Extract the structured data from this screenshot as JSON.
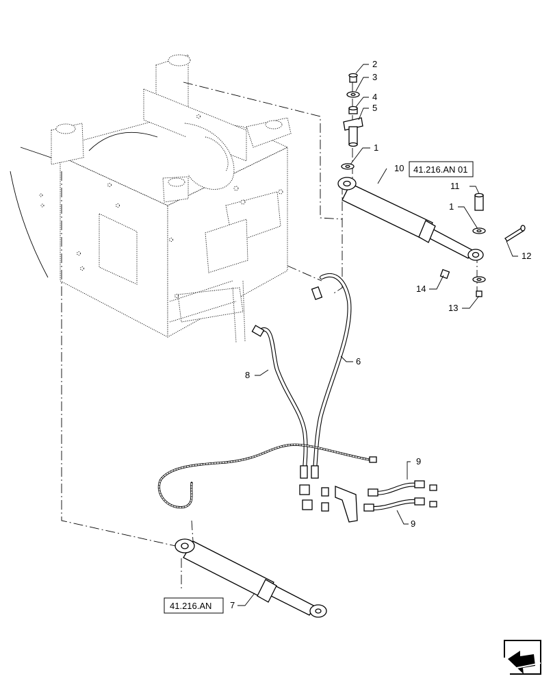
{
  "callouts": {
    "c1a": "1",
    "c1b": "1",
    "c2": "2",
    "c3": "3",
    "c4": "4",
    "c5": "5",
    "c6": "6",
    "c7": "7",
    "c8": "8",
    "c9a": "9",
    "c9b": "9",
    "c10": "10",
    "c11": "11",
    "c12": "12",
    "c13": "13",
    "c14": "14"
  },
  "references": {
    "upper_cylinder": "41.216.AN 01",
    "lower_cylinder": "41.216.AN"
  },
  "icons": {
    "corner": "view-direction-arrow-icon"
  }
}
